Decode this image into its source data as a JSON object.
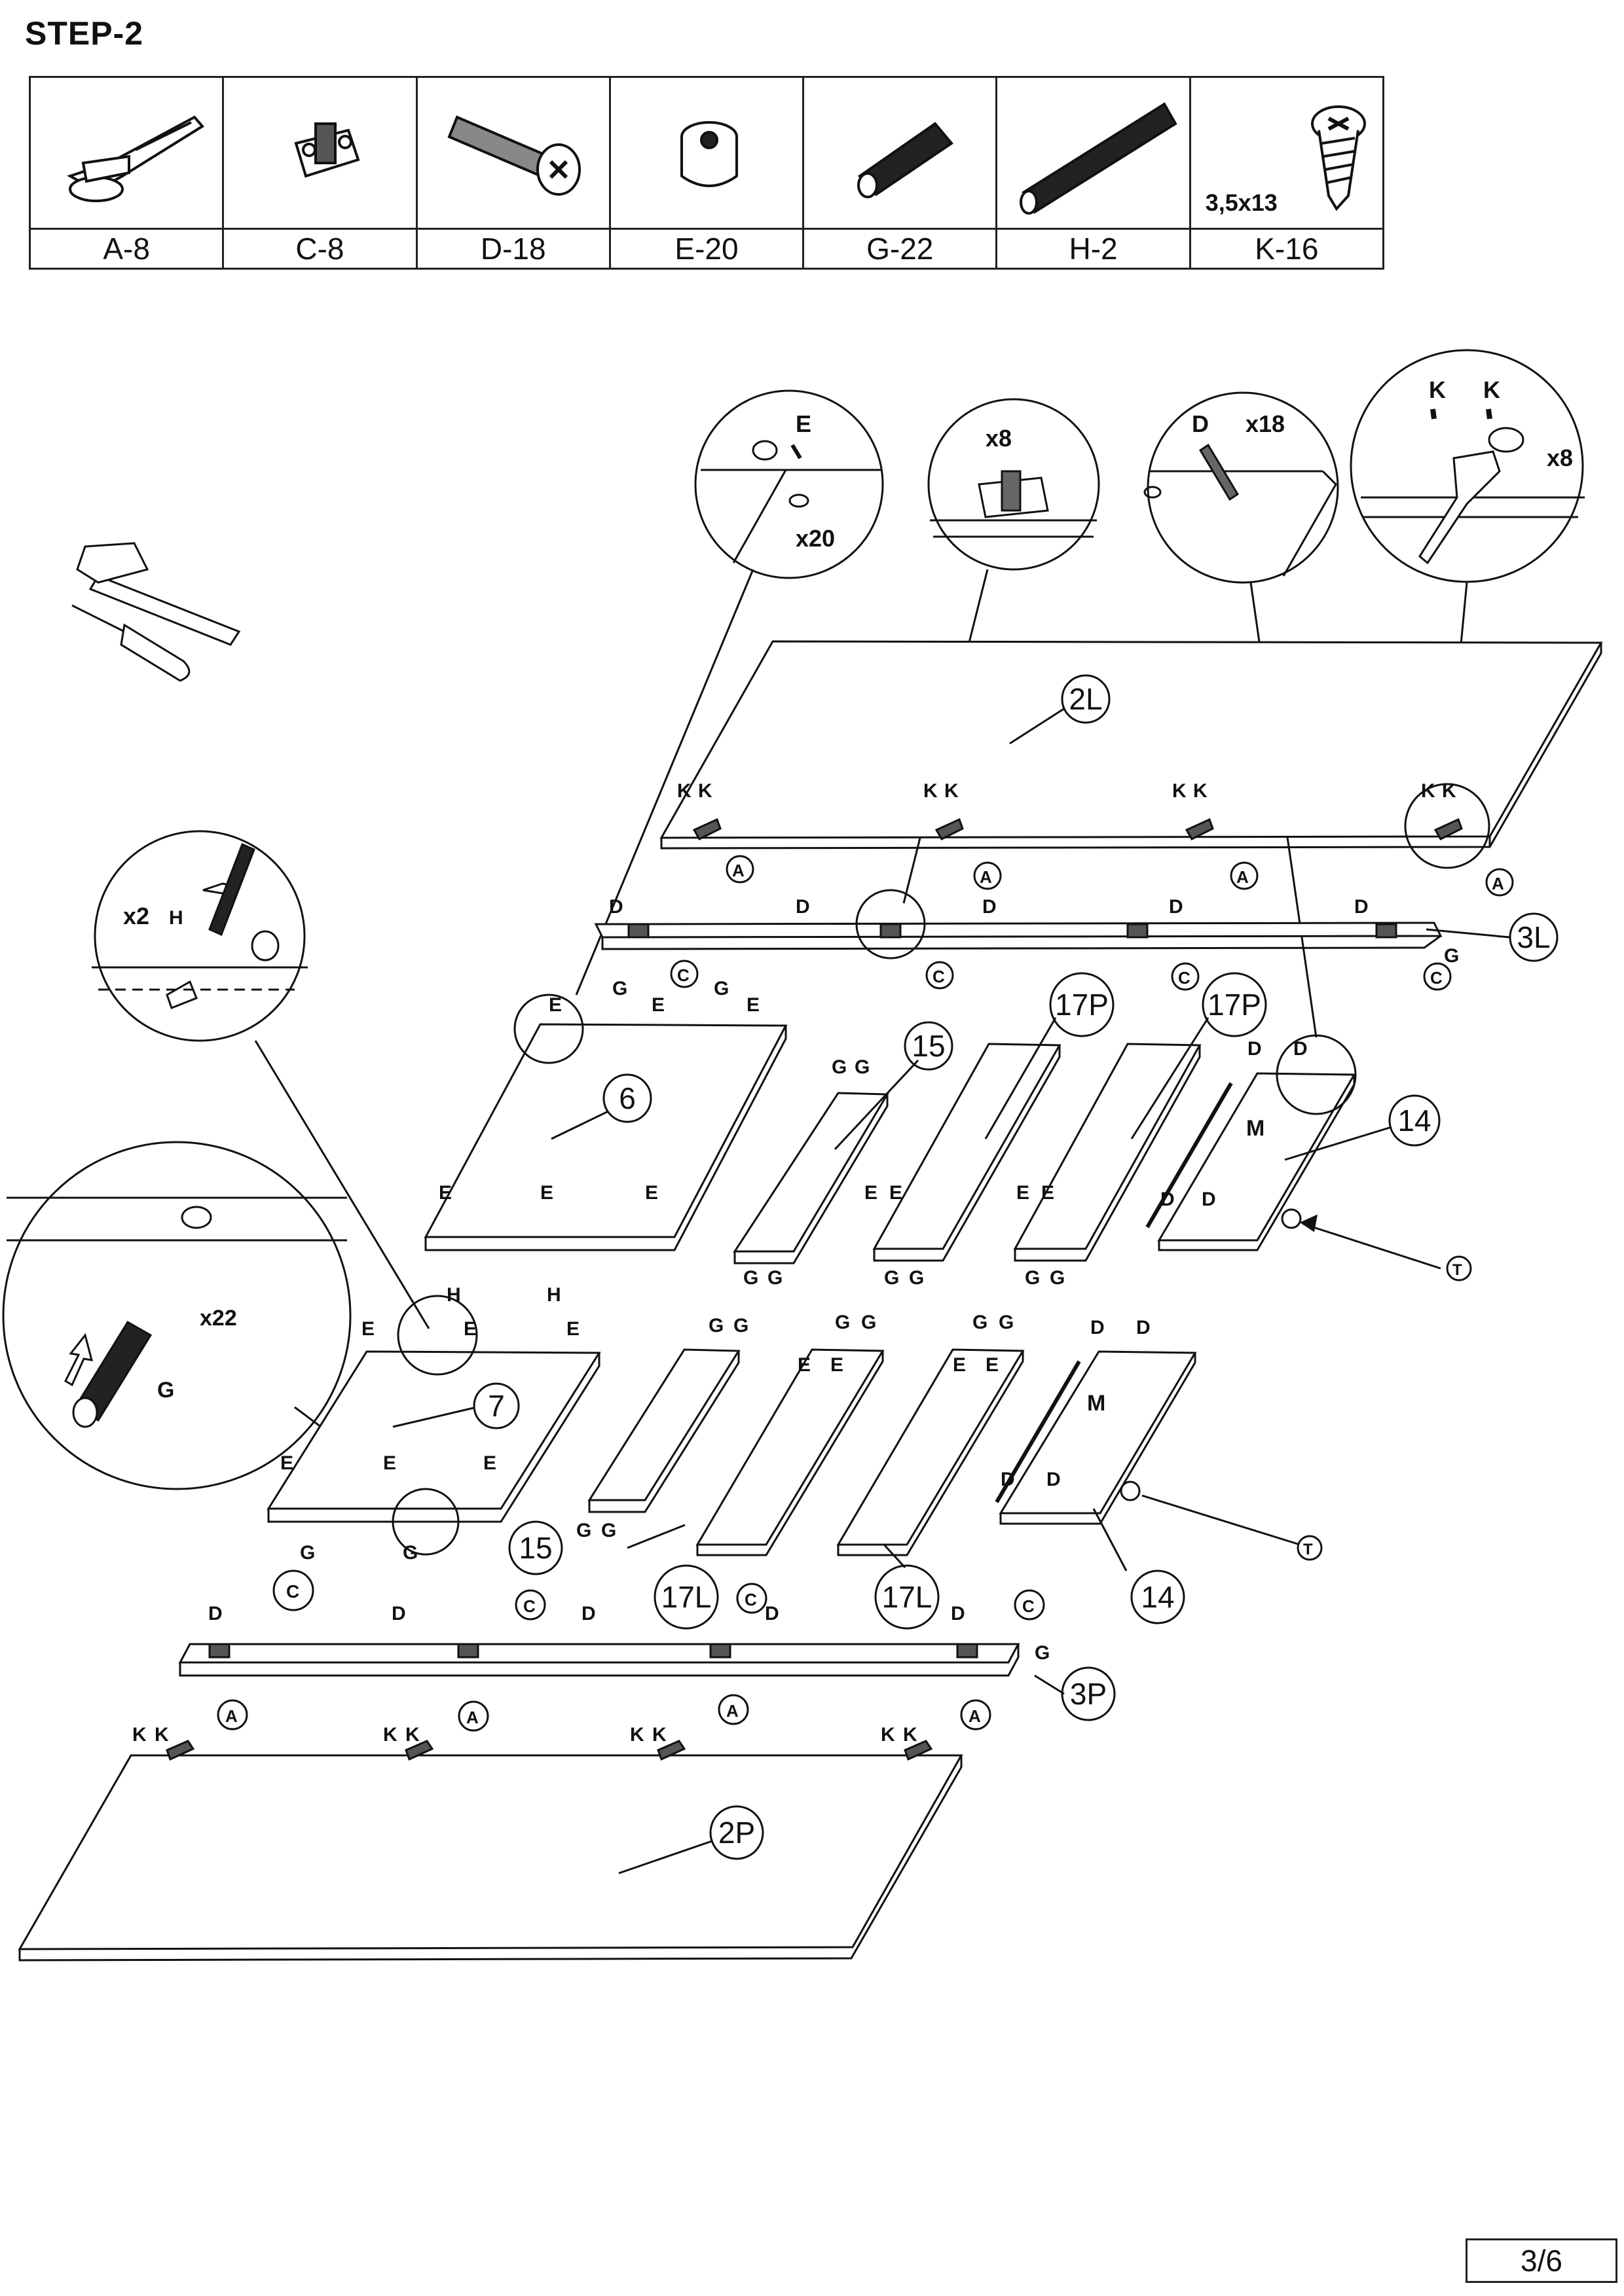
{
  "step_title": "STEP-2",
  "parts": [
    {
      "id": "A",
      "label": "A-8",
      "icon": "hinge-icon"
    },
    {
      "id": "C",
      "label": "C-8",
      "icon": "hinge-plate-icon"
    },
    {
      "id": "D",
      "label": "D-18",
      "icon": "cam-bolt-icon"
    },
    {
      "id": "E",
      "label": "E-20",
      "icon": "cam-lock-icon"
    },
    {
      "id": "G",
      "label": "G-22",
      "icon": "wooden-dowel-icon"
    },
    {
      "id": "H",
      "label": "H-2",
      "icon": "long-dowel-icon"
    },
    {
      "id": "K",
      "label": "K-16",
      "icon": "screw-icon",
      "size": "3,5x13"
    }
  ],
  "callouts": {
    "e_count": "x20",
    "c_count": "x8",
    "d_count": "x18",
    "a_count": "x8",
    "h_count": "x2",
    "g_count": "x22"
  },
  "panels": {
    "p2L": "2L",
    "p3L": "3L",
    "p6": "6",
    "p15a": "15",
    "p17Pa": "17P",
    "p17Pb": "17P",
    "p14a": "14",
    "p7": "7",
    "p15b": "15",
    "p17La": "17L",
    "p17Lb": "17L",
    "p14b": "14",
    "p3P": "3P",
    "p2P": "2P"
  },
  "letters": {
    "A": "A",
    "C": "C",
    "D": "D",
    "E": "E",
    "G": "G",
    "H": "H",
    "K": "K",
    "M": "M",
    "T": "T"
  },
  "tools": [
    "hammer-icon",
    "screwdriver-icon"
  ],
  "page_number": "3/6"
}
